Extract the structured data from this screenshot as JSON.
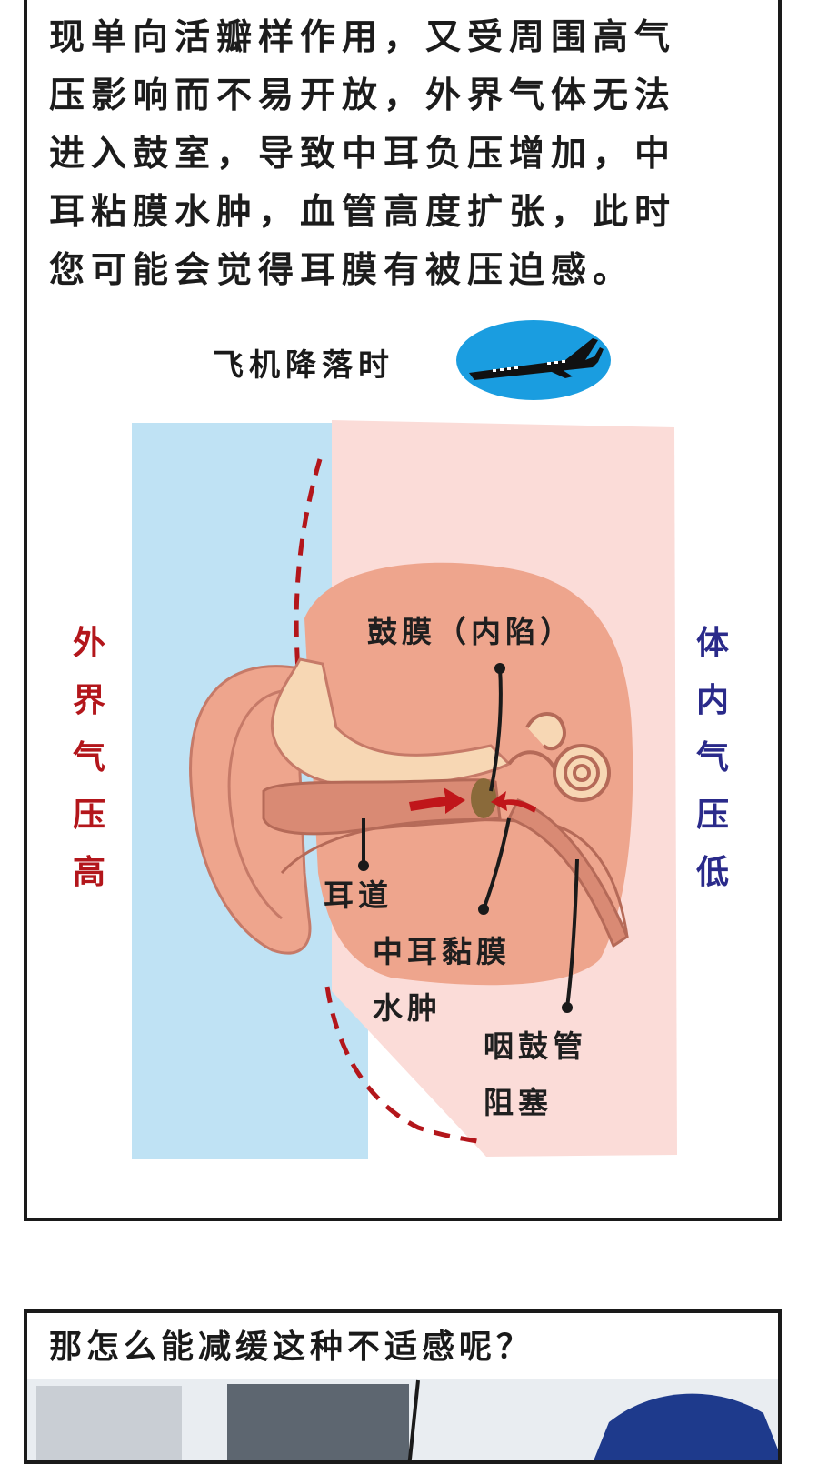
{
  "paragraph": {
    "lines": [
      "现单向活瓣样作用，又受周围高气",
      "压影响而不易开放，外界气体无法",
      "进入鼓室，导致中耳负压增加，中",
      "耳粘膜水肿，血管高度扩张，此时",
      "您可能会觉得耳膜有被压迫感。"
    ]
  },
  "caption": "飞机降落时",
  "plane_icon": "airplane-icon",
  "left_label": [
    "外",
    "界",
    "气",
    "压",
    "高"
  ],
  "right_label": [
    "体",
    "内",
    "气",
    "压",
    "低"
  ],
  "annotations": {
    "eardrum": "鼓膜（内陷）",
    "ear_canal": "耳道",
    "mucosa_line1": "中耳黏膜",
    "mucosa_line2": "水肿",
    "tube_line1": "咽鼓管",
    "tube_line2": "阻塞"
  },
  "question": "那怎么能减缓这种不适感呢？",
  "colors": {
    "outside": "#bfe2f4",
    "inside": "#fbdcd8",
    "tissue": "#eea58d",
    "arrow": "#c0161a",
    "left_label": "#b3161b",
    "right_label": "#2a2a8a",
    "badge": "#1a9de0"
  }
}
